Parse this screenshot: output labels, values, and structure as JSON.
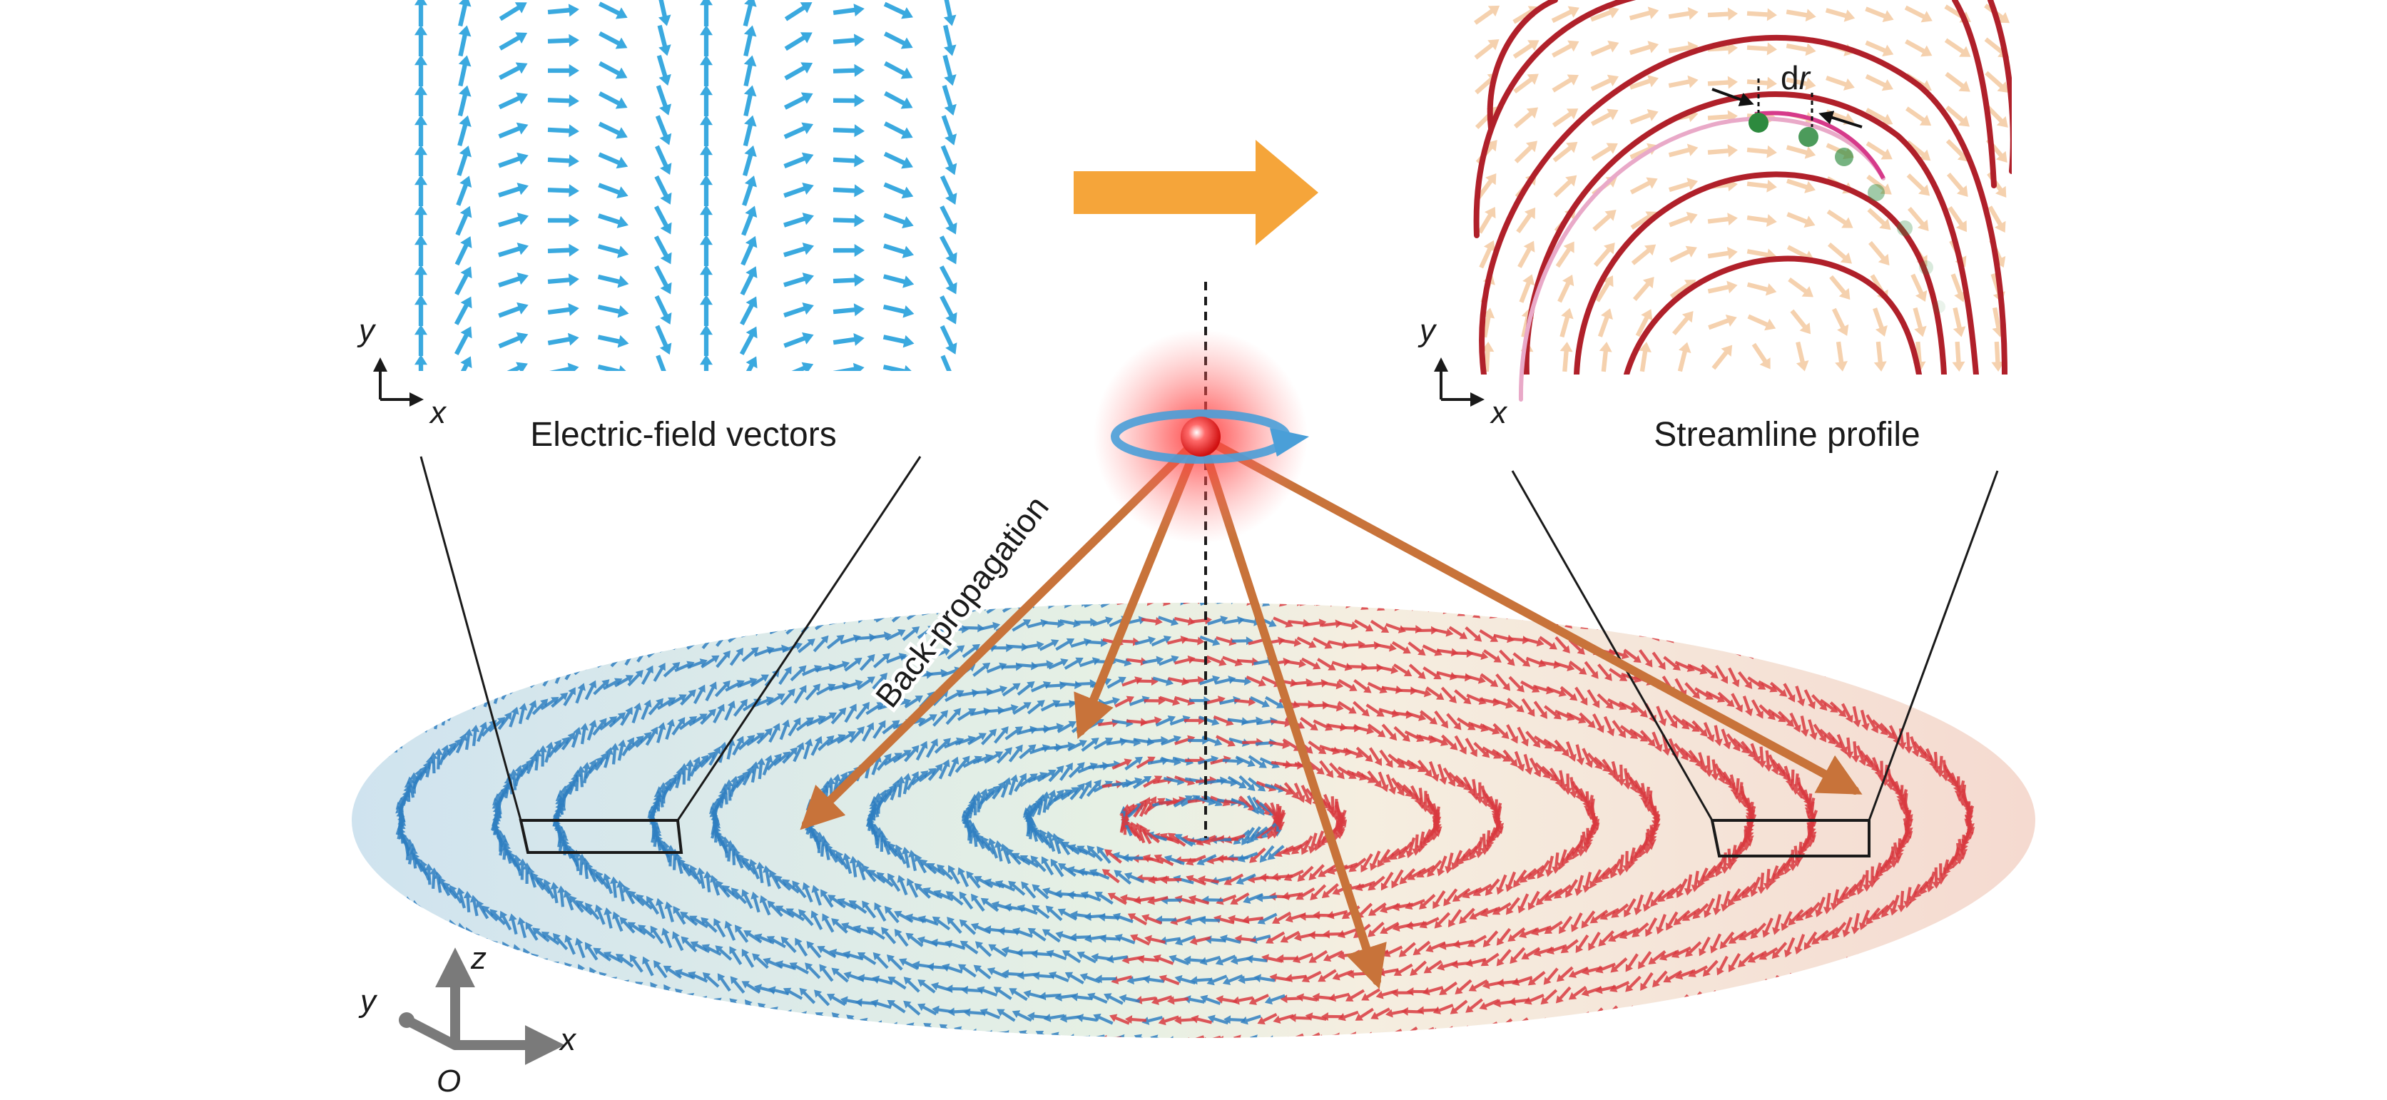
{
  "left_panel": {
    "caption": "Electric-field vectors",
    "axis_y": "y",
    "axis_x": "x",
    "arrow_color": "#3aa9df"
  },
  "right_panel": {
    "caption": "Streamline profile",
    "axis_y": "y",
    "axis_x": "x",
    "dr_label_d": "d",
    "dr_label_r": "r",
    "streamline_color": "#b0202a",
    "background_arrow_color": "#f3c9a0",
    "trajectory_color": "#d63a8a",
    "particle_color": "#2d8a3e"
  },
  "center": {
    "back_propagation_label": "Back-propagation",
    "source_color": "#e8242b",
    "ray_color": "#c8733a",
    "spin_color": "#4a9fd8"
  },
  "transition_arrow_color": "#f5a53a",
  "disk": {
    "left_color": "#2f7fc1",
    "right_color": "#d83a3f"
  },
  "axes_3d": {
    "z": "z",
    "y": "y",
    "x": "x",
    "origin": "O"
  }
}
